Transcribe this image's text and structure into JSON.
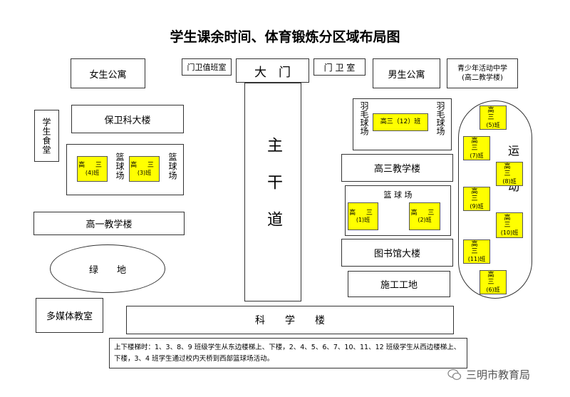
{
  "title": "学生课余时间、体育锻炼分区域布局图",
  "labels": {
    "girls_dorm": "女生公寓",
    "gate_duty": "门卫值班室",
    "main_gate": "大　门",
    "guard_room": "门 卫 室",
    "boys_dorm": "男生公寓",
    "youth_center": "青少年活动中学\n(高二教学楼)",
    "canteen": "学生食堂",
    "security_bldg": "保卫科大楼",
    "basketball_vertical": "篮球场",
    "badminton_vertical": "羽毛球场",
    "grade1_bldg": "高一教学楼",
    "green": "绿　　地",
    "multimedia": "多媒体教室",
    "main_road": "主干道",
    "grade3_bldg": "高三教学楼",
    "basketball_court": "篮 球 场",
    "library": "图书馆大楼",
    "construction": "施工工地",
    "science_bldg": "科　　学　　楼",
    "stadium": "运动场",
    "note": "上下楼梯时：1、3、8、9 班级学生从东边楼梯上、下楼，2、4、5、6、7、10、11、12 班级学生从西边楼梯上、下楼，3、4 班学生通过校内天桥到西部篮球场活动。",
    "watermark": "三明市教育局"
  },
  "classes": {
    "c4": {
      "l1": "高 三",
      "l2": "(4)班"
    },
    "c3": {
      "l1": "高 三",
      "l2": "(3)班"
    },
    "c12": "高三（12）班",
    "c1": {
      "l1": "高 三",
      "l2": "(1)班"
    },
    "c2": {
      "l1": "高 三",
      "l2": "(2)班"
    },
    "c5": {
      "l1": "高 三",
      "l2": "(5)班"
    },
    "c7": {
      "l1": "高 三",
      "l2": "(7)班"
    },
    "c8": {
      "l1": "高 三",
      "l2": "(8)班"
    },
    "c9": {
      "l1": "高 三",
      "l2": "(9)班"
    },
    "c10": {
      "l1": "高 三",
      "l2": "(10)班"
    },
    "c11": {
      "l1": "高 三",
      "l2": "(11)班"
    },
    "c6": {
      "l1": "高 三",
      "l2": "(6)班"
    }
  },
  "colors": {
    "class_fill": "#ffff00",
    "border": "#333333"
  }
}
